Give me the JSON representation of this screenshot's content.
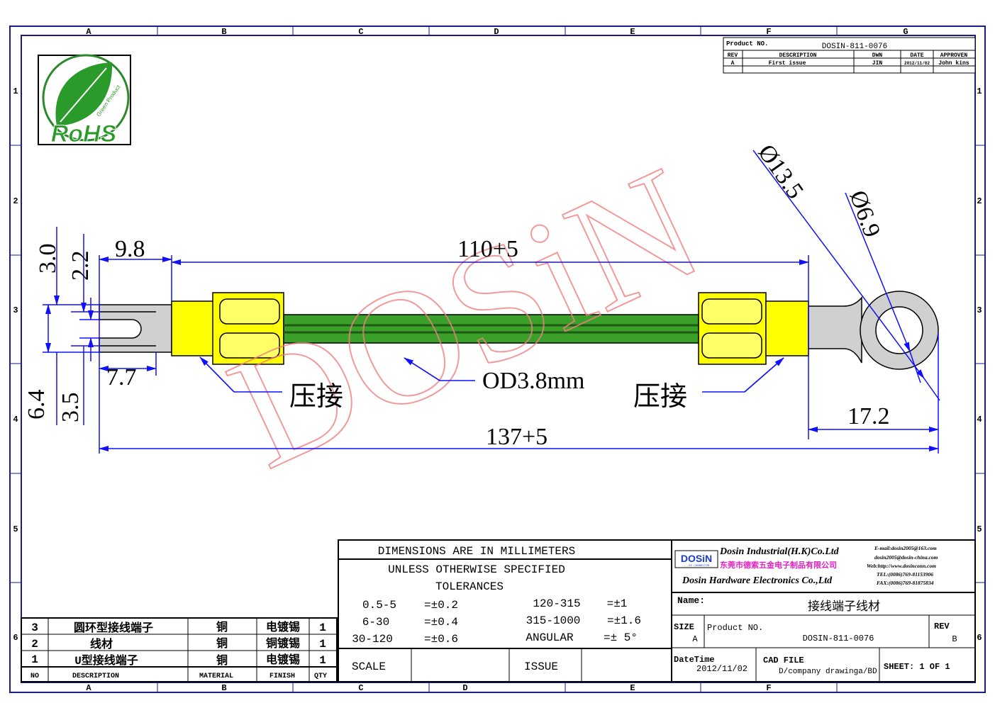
{
  "frame": {
    "columns": [
      "A",
      "B",
      "C",
      "D",
      "E",
      "F",
      "G"
    ],
    "rows": [
      "1",
      "2",
      "3",
      "4",
      "5",
      "6"
    ]
  },
  "logo": {
    "text": "RoHS",
    "subtext": "Green Product"
  },
  "watermark": "DOSiN",
  "revision_block": {
    "product_label": "Product NO.",
    "product_no": "DOSIN-811-0076",
    "headers": [
      "REV",
      "DESCRIPTION",
      "DWN",
      "DATE",
      "APPROVEN"
    ],
    "row": [
      "A",
      "First issue",
      "JIN",
      "2012/11/02",
      "John kins"
    ]
  },
  "dimensions": {
    "d1": "3.0",
    "d2": "2.2",
    "d3": "9.8",
    "d4": "110+5",
    "d5": "Ø13.5",
    "d6": "Ø6.9",
    "d7": "7.7",
    "d8": "6.4",
    "d9": "3.5",
    "d10": "17.2",
    "d11": "137+5"
  },
  "callouts": {
    "crimp_left": "压接",
    "crimp_right": "压接",
    "od": "OD3.8mm"
  },
  "colors": {
    "dimension": "#1010ff",
    "sleeve": "#ffff00",
    "wire": "#2e9a1f",
    "watermark": "#f08080"
  },
  "tolerances": {
    "title": "DIMENSIONS ARE IN MILLIMETERS",
    "line2": "UNLESS OTHERWISE SPECIFIED",
    "line3": "TOLERANCES",
    "rows": [
      [
        "0.5-5",
        "=±0.2",
        "120-315",
        "=±1"
      ],
      [
        "6-30",
        "=±0.4",
        "315-1000",
        "=±1.6"
      ],
      [
        "30-120",
        "=±0.6",
        "ANGULAR",
        "=± 5°"
      ]
    ],
    "scale": "SCALE",
    "issue": "ISSUE"
  },
  "bom": {
    "rows": [
      [
        "3",
        "圆环型接线端子",
        "铜",
        "电镀锡",
        "1"
      ],
      [
        "2",
        "线材",
        "铜",
        "铜镀锡",
        "1"
      ],
      [
        "1",
        "U型接线端子",
        "铜",
        "电镀锡",
        "1"
      ]
    ],
    "headers": [
      "NO",
      "DESCRIPTION",
      "MATERIAL",
      "FINISH",
      "QTY"
    ]
  },
  "title_block": {
    "logo": "DOSiN",
    "logo_sub": "...OF CONNECTOR",
    "company1": "Dosin Industrial(H.K)Co.Ltd",
    "company_cn": "东莞市德索五金电子制品有限公司",
    "company2": "Dosin Hardware Electronics Co.,Ltd",
    "email": "E-mail:dosin2005@163.com",
    "email2": "dosin2005@dosin-china.com",
    "web": "Web:http://www.dosinconn.com",
    "tel": "TEL:(0086)769-81153906",
    "fax": "FAX:(0086)769-81875834",
    "name_label": "Name:",
    "name": "接线端子线材",
    "size_label": "SIZE",
    "size": "A",
    "product_label": "Product NO.",
    "product_no": "DOSIN-811-0076",
    "rev_label": "REV",
    "rev": "B",
    "date_label": "DateTime",
    "date": "2012/11/02",
    "cad_label": "CAD FILE",
    "cad": "D/company drawinga/BD",
    "sheet": "SHEET:  1 OF 1"
  }
}
